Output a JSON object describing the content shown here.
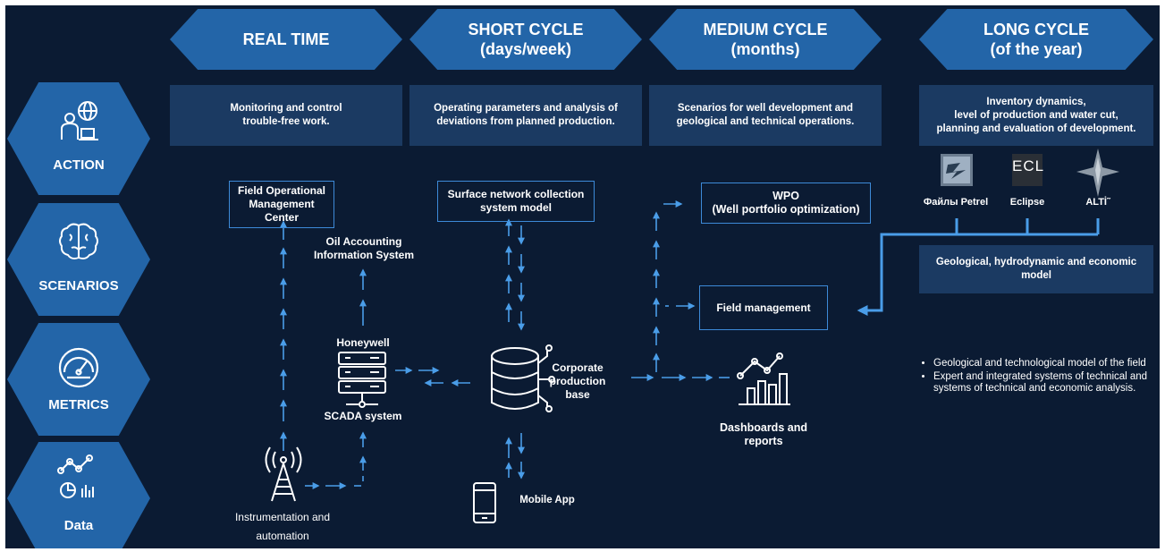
{
  "headers": [
    {
      "line1": "REAL TIME",
      "line2": ""
    },
    {
      "line1": "SHORT CYCLE",
      "line2": "(days/week)"
    },
    {
      "line1": "MEDIUM CYCLE",
      "line2": "(months)"
    },
    {
      "line1": "LONG CYCLE",
      "line2": "(of the year)"
    }
  ],
  "descriptions": [
    {
      "l1": "Monitoring and control",
      "l2": "trouble-free work.",
      "l3": ""
    },
    {
      "l1": "Operating parameters and analysis of",
      "l2": "deviations from planned production.",
      "l3": ""
    },
    {
      "l1": "Scenarios for well development and",
      "l2": "geological and technical operations.",
      "l3": ""
    },
    {
      "l1": "Inventory dynamics,",
      "l2": "level of production and water cut,",
      "l3": "planning and evaluation of development."
    }
  ],
  "sidebar": [
    {
      "label": "ACTION",
      "icon": "analyst-globe-icon"
    },
    {
      "label": "SCENARIOS",
      "icon": "brain-icon"
    },
    {
      "label": "METRICS",
      "icon": "gauge-icon"
    },
    {
      "label": "Data",
      "icon": "data-charts-icon"
    }
  ],
  "diagram": {
    "fomc": {
      "l1": "Field Operational",
      "l2": "Management",
      "l3": "Center"
    },
    "oais": {
      "l1": "Oil Accounting",
      "l2": "Information System"
    },
    "surface": {
      "l1": "Surface network collection",
      "l2": "system model"
    },
    "wpo": {
      "l1": "WPO",
      "l2": "(Well portfolio optimization)"
    },
    "field_mgmt": "Field management",
    "honeywell": "Honeywell",
    "scada": "SCADA system",
    "corp": {
      "l1": "Corporate",
      "l2": "production",
      "l3": "base"
    },
    "dashboards": {
      "l1": "Dashboards and",
      "l2": "reports"
    },
    "mobile": "Mobile App",
    "instr": {
      "l1": "Instrumentation and",
      "l2": "automation"
    }
  },
  "tools": [
    {
      "label": "Файлы Petrel",
      "icon": "petrel-logo-icon"
    },
    {
      "label": "Eclipse",
      "icon": "eclipse-logo-icon",
      "glyph": "ECL"
    },
    {
      "label": "ALTİ˜",
      "icon": "star-logo-icon"
    }
  ],
  "geo_model": {
    "l1": "Geological, hydrodynamic and economic",
    "l2": "model"
  },
  "notes": [
    "Geological and technological model of the field",
    "Expert and integrated systems of technical and systems of technical and economic analysis."
  ],
  "colors": {
    "background": "#0b1b33",
    "hex": "#2365a8",
    "panel": "#1b3a62",
    "line": "#4a9de8"
  }
}
